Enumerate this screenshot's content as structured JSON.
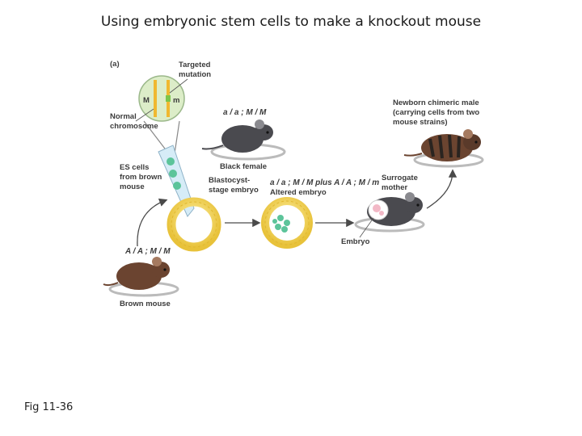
{
  "title": "Using embryonic stem cells to make a knockout mouse",
  "figure_label": "Fig 11-36",
  "diagram": {
    "panel_letter": "(a)",
    "targeted_mutation": [
      "Targeted",
      "mutation"
    ],
    "normal_chromosome": [
      "Normal",
      "chromosome"
    ],
    "allele_M": "M",
    "allele_m": "m",
    "es_cells": [
      "ES cells",
      "from brown",
      "mouse"
    ],
    "black_female_genotype": "a / a ; M / M",
    "black_female": "Black female",
    "blastocyst": [
      "Blastocyst-",
      "stage embryo"
    ],
    "altered_genotype": "a / a ; M / M plus A / A ; M / m",
    "altered_embryo": "Altered embryo",
    "newborn": [
      "Newborn chimeric male",
      "(carrying cells from two",
      "mouse strains)"
    ],
    "surrogate": [
      "Surrogate",
      "mother"
    ],
    "embryo": "Embryo",
    "brown_genotype": "A / A ; M / M",
    "brown_mouse": "Brown mouse"
  }
}
